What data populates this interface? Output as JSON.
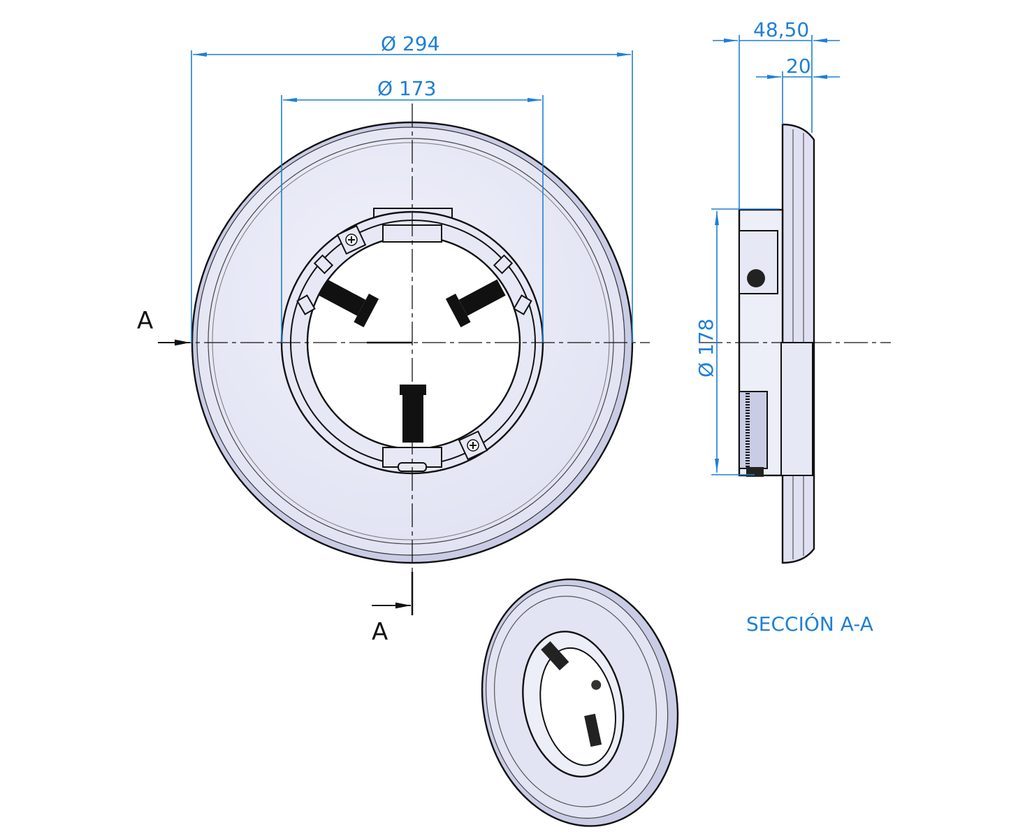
{
  "dimensions": {
    "outer_diameter": "294",
    "inner_diameter": "173",
    "depth_total": "48,50",
    "depth_plate": "20",
    "body_diameter": "178",
    "diameter_symbol": "Ø"
  },
  "section": {
    "marker_left": "A",
    "marker_bottom": "A",
    "title": "SECCIÓN A-A"
  },
  "colors": {
    "dimension": "#1e7fd6",
    "part_fill": "#e6e8f6",
    "outline": "#111111"
  }
}
